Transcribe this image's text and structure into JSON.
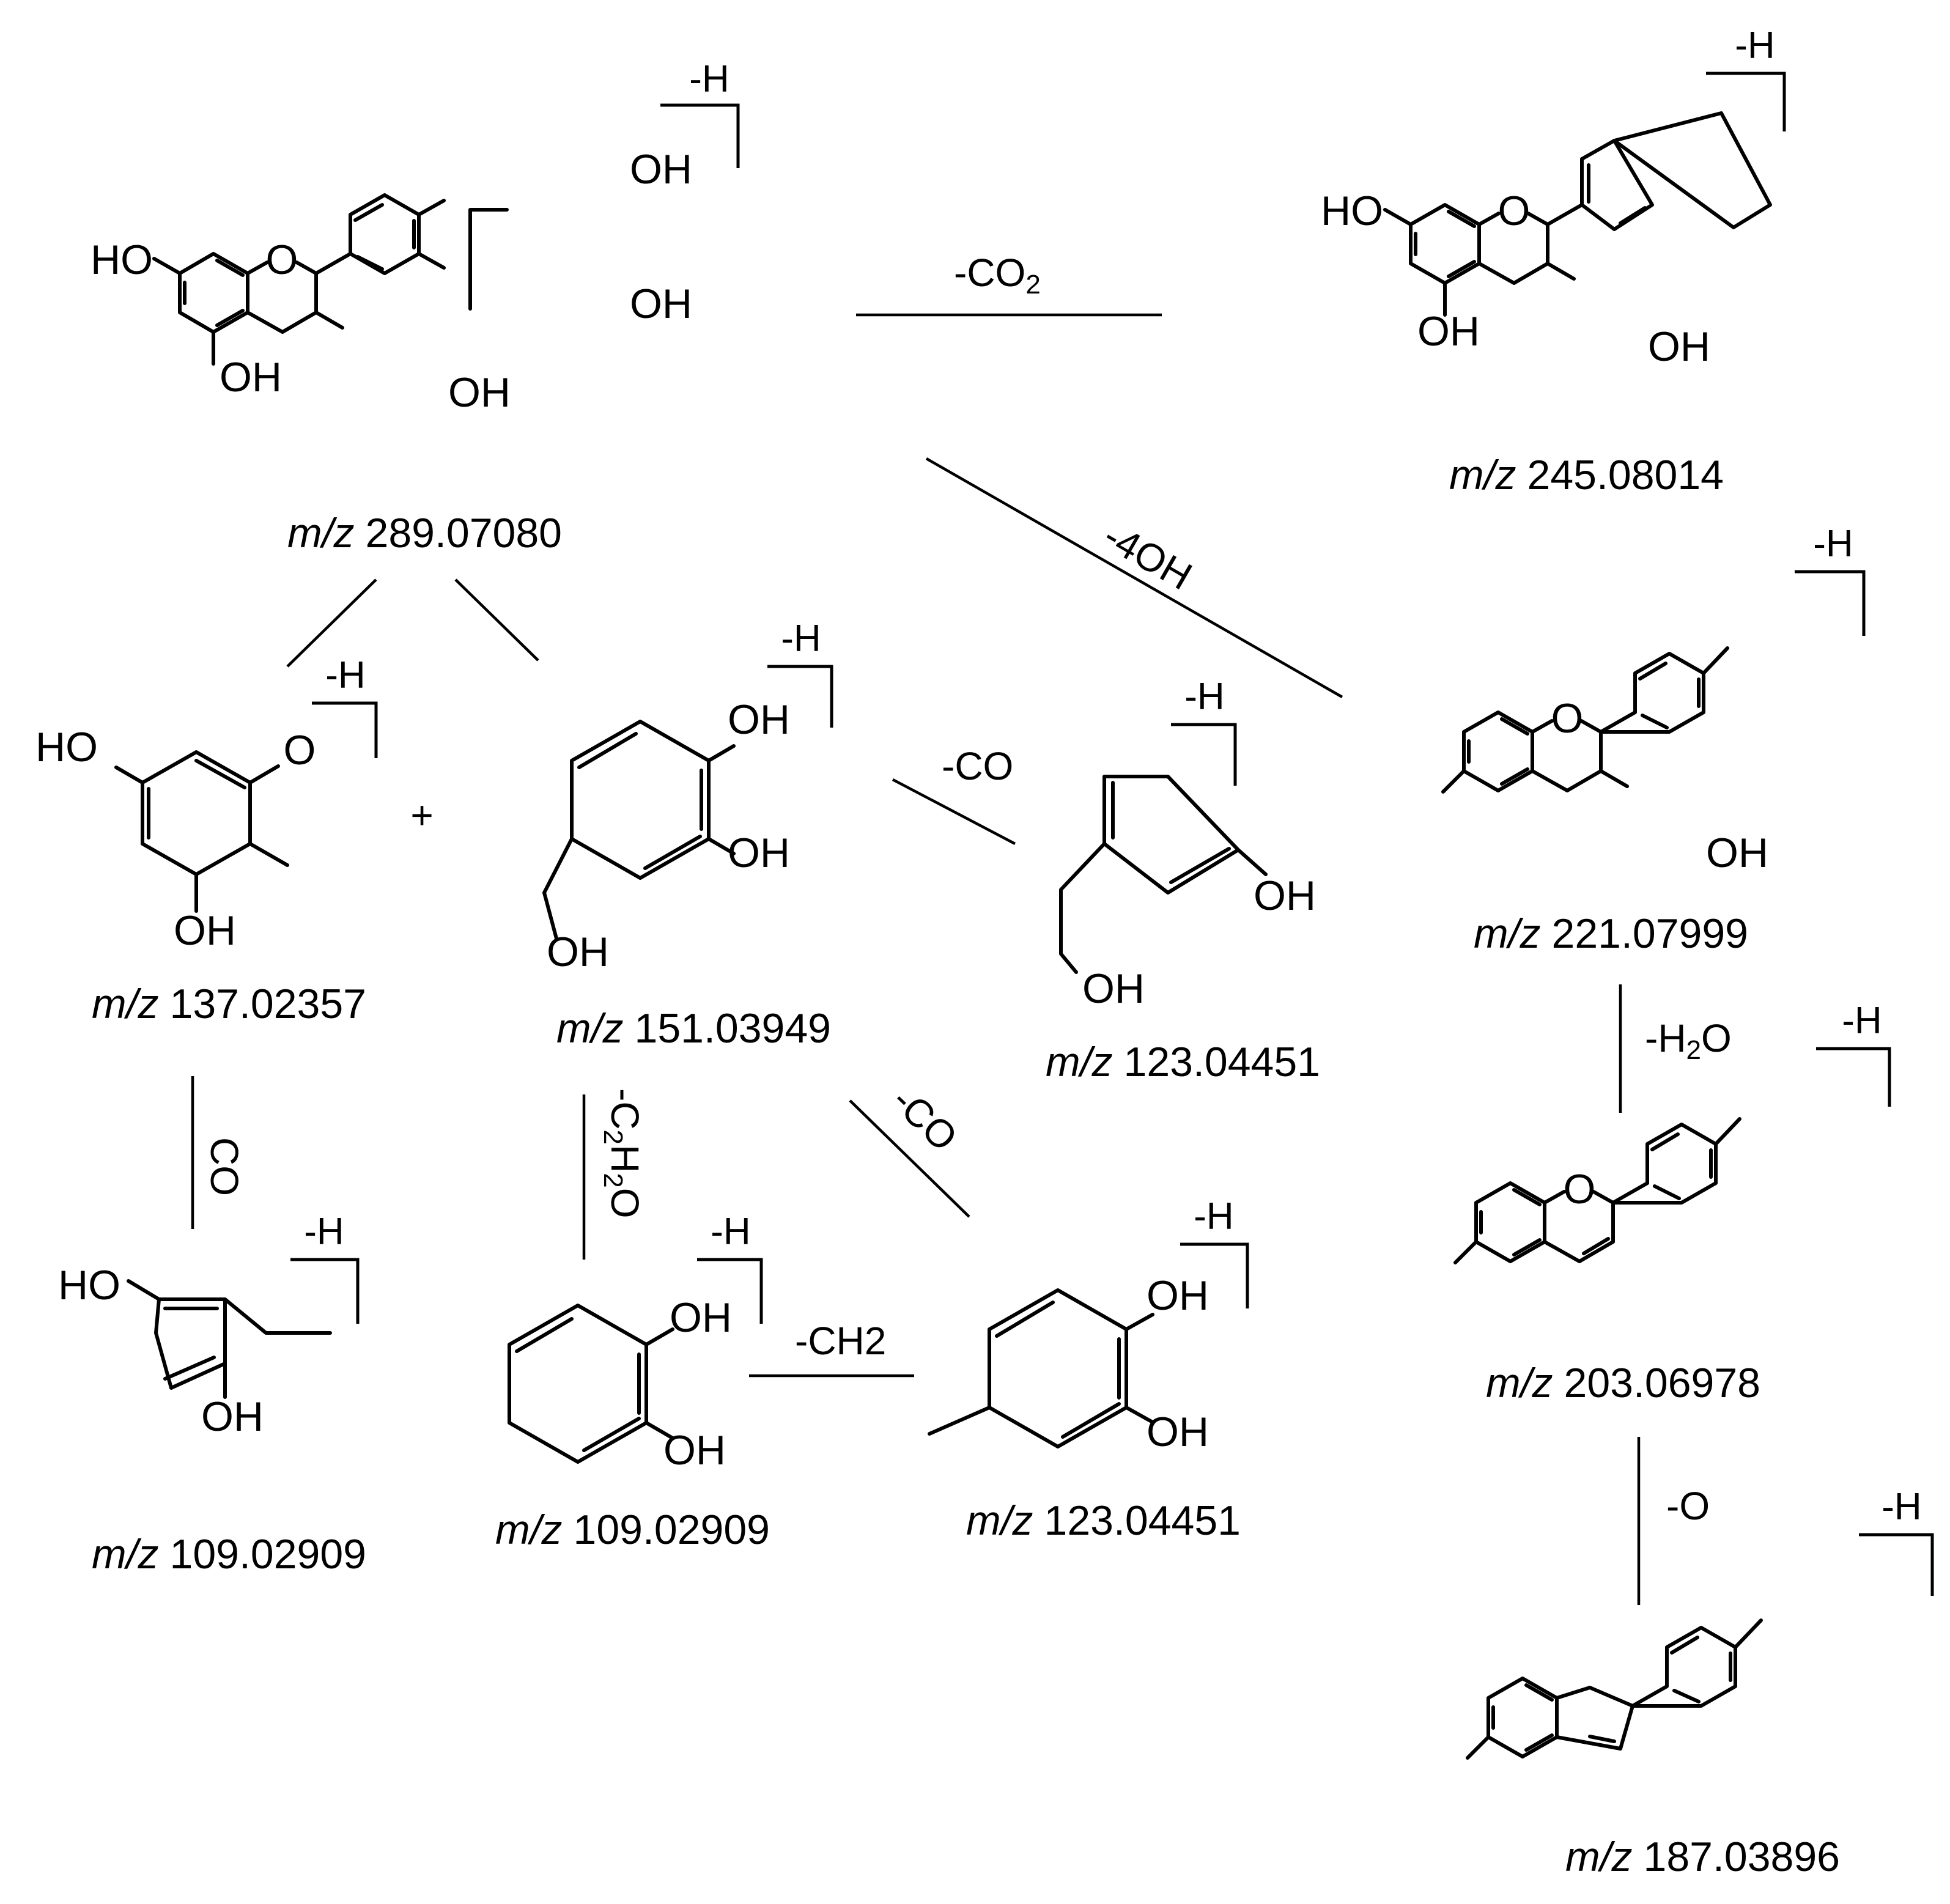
{
  "atoms": {
    "oh": "OH",
    "ho": "HO",
    "o": "O"
  },
  "charge": "-H",
  "mz_prefix": "m/z",
  "compounds": [
    {
      "mz": "289.07080"
    },
    {
      "mz": "245.08014"
    },
    {
      "mz": "221.07999"
    },
    {
      "mz": "203.06978"
    },
    {
      "mz": "187.03896"
    },
    {
      "mz": "137.02357"
    },
    {
      "mz": "151.03949"
    },
    {
      "mz": "123.04451"
    },
    {
      "mz": "109.02909"
    },
    {
      "mz": "109.02909"
    },
    {
      "mz": "123.04451"
    }
  ],
  "plus": "+",
  "arrows": [
    {
      "from": "289.07080",
      "to": "245.08014",
      "main": "-CO",
      "sub": "2",
      "tail": ""
    },
    {
      "from": "289.07080",
      "to": "221.07999",
      "main": "-4OH",
      "sub": "",
      "tail": ""
    },
    {
      "from": "221.07999",
      "to": "203.06978",
      "main": "-H",
      "sub": "2",
      "tail": "O"
    },
    {
      "from": "203.06978",
      "to": "187.03896",
      "main": "-O",
      "sub": "",
      "tail": ""
    },
    {
      "from": "151.03949",
      "to": "123.04451",
      "main": "-CO",
      "sub": "",
      "tail": ""
    },
    {
      "from": "137.02357",
      "to": "109.02909",
      "main": "CO",
      "sub": "",
      "tail": ""
    },
    {
      "from": "151.03949",
      "to": "109.02909",
      "main": "-C",
      "sub": "2",
      "tail": "H",
      "sub2": "2",
      "tail2": "O"
    },
    {
      "from": "151.03949",
      "to": "123.04451",
      "main": "-CO",
      "sub": "",
      "tail": ""
    },
    {
      "from": "123.04451",
      "to": "109.02909",
      "main": "-CH2",
      "sub": "",
      "tail": ""
    }
  ]
}
